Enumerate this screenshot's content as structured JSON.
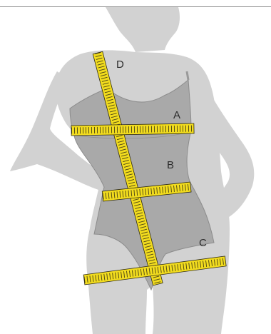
{
  "colors": {
    "body": "#d2d2d2",
    "bodysuit": "#a9a9a9",
    "outline": "#8c8c8c",
    "tape": "#f2dc1e",
    "tape_edge": "#2e2a12",
    "label": "#2b2b2b"
  },
  "labels": {
    "a": "A",
    "b": "B",
    "c": "C",
    "d": "D"
  }
}
